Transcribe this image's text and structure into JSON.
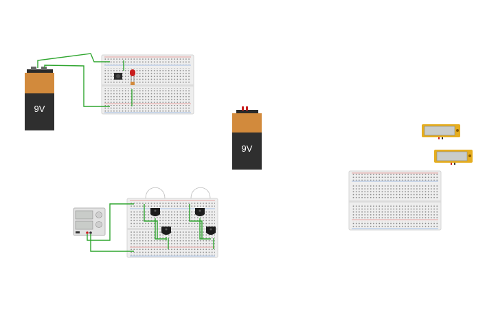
{
  "canvas": {
    "background": "#ffffff"
  },
  "colors": {
    "wire": "#2ea52e",
    "battery_copper": "#d28a3c",
    "battery_body": "#2f2f2f",
    "breadboard": "#eeeeee",
    "rail_red": "#d9534f",
    "rail_blue": "#5b8fd9",
    "led_red": "#c81e1e",
    "lcd_frame": "#e5ad1f",
    "lcd_screen": "#c9ccc9"
  },
  "batteries": [
    {
      "label": "9V"
    },
    {
      "label": "9V"
    }
  ],
  "components": {
    "breadboards": 3,
    "lcd_modules": 2,
    "sensors": 4,
    "power_supply": 1,
    "push_button": 1,
    "led": 1
  }
}
